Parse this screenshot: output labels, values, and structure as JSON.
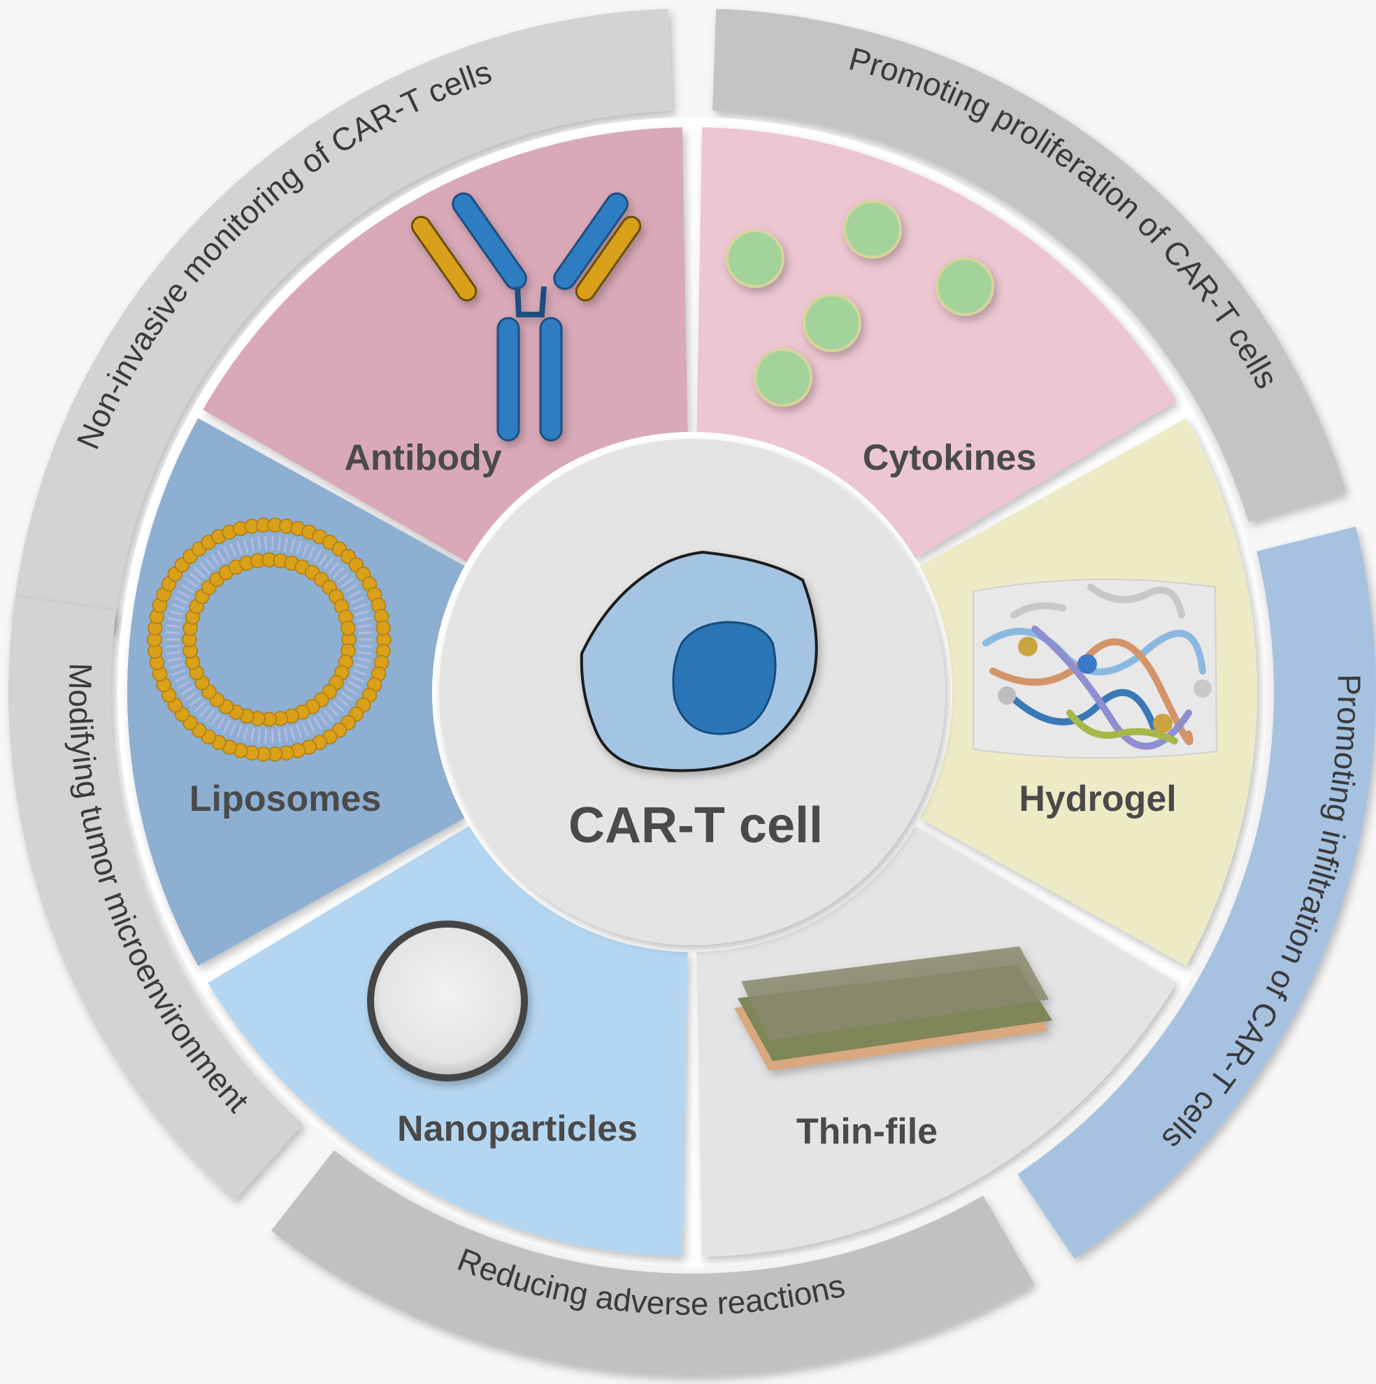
{
  "center": {
    "label": "CAR-T cell",
    "colors": {
      "disc": "#e4e4e4",
      "cytoplasm": "#a3c4e3",
      "nucleus": "#2a75b5",
      "outline": "#1a1a1a"
    }
  },
  "segments": [
    {
      "id": "antibody",
      "label": "Antibody",
      "icon": "antibody-icon",
      "color": "#d9a9b8",
      "label_color": "#4a4a4a"
    },
    {
      "id": "cytokines",
      "label": "Cytokines",
      "icon": "cytokine-dots-icon",
      "color": "#ecc6d0",
      "label_color": "#4a4a4a"
    },
    {
      "id": "hydrogel",
      "label": "Hydrogel",
      "icon": "hydrogel-network-icon",
      "color": "#ecebc6",
      "label_color": "#4a4a4a"
    },
    {
      "id": "thin-film",
      "label": "Thin-file",
      "icon": "thin-film-layers-icon",
      "color": "#e4e4e4",
      "label_color": "#4a4a4a"
    },
    {
      "id": "nanoparticles",
      "label": "Nanoparticles",
      "icon": "nanoparticle-icon",
      "color": "#b5d6f1",
      "label_color": "#4a4a4a"
    },
    {
      "id": "liposomes",
      "label": "Liposomes",
      "icon": "liposome-icon",
      "color": "#8dafd2",
      "label_color": "#4a4a6a"
    }
  ],
  "outer_ring": [
    {
      "id": "non-invasive-monitoring",
      "label": "Non-invasive monitoring of CAR-T cells",
      "color": "#d3d3d3"
    },
    {
      "id": "promoting-proliferation",
      "label": "Promoting proliferation of CAR-T cells",
      "color": "#c4c4c4"
    },
    {
      "id": "promoting-infiltration",
      "label": "Promoting infiltration of CAR-T cells",
      "color": "#a6c2e0"
    },
    {
      "id": "reducing-adverse-reactions",
      "label": "Reducing adverse reactions",
      "color": "#c1c1c1"
    },
    {
      "id": "modifying-tumor-microenvironment",
      "label": "Modifying tumor microenvironment",
      "color": "#d3d3d3"
    }
  ],
  "icon_colors": {
    "antibody_heavy": "#2f7cc1",
    "antibody_light": "#d9a01a",
    "cytokine": "#a3d39b",
    "liposome_head": "#d9a01a",
    "nanoparticle_ring": "#444444",
    "film_top": "#8a8a6e",
    "film_mid": "#7f8658",
    "film_bottom": "#d9a87f"
  }
}
